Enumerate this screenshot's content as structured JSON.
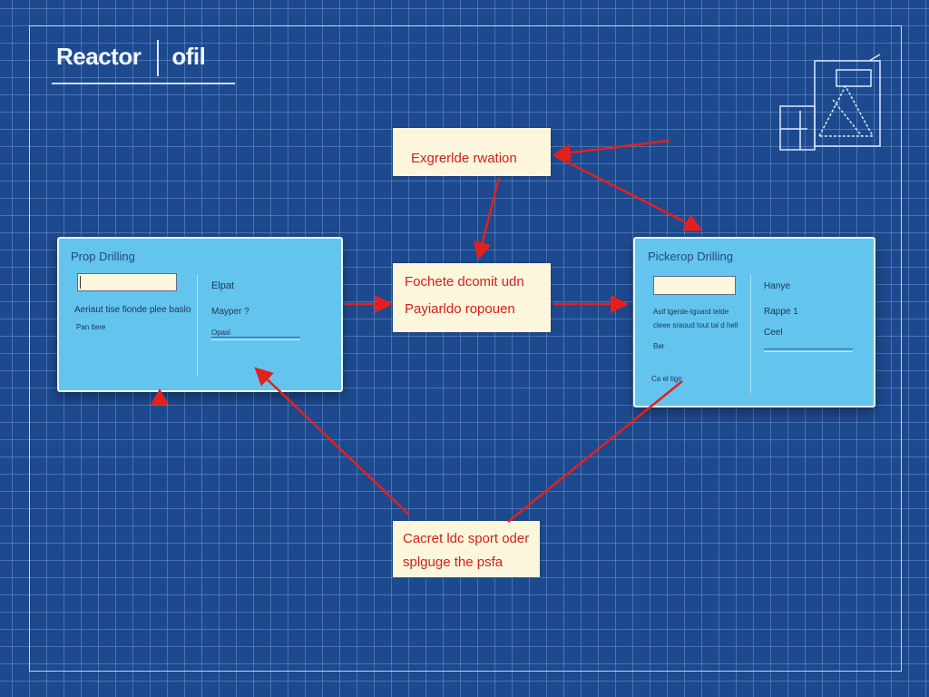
{
  "header": {
    "title_left": "Reactor",
    "title_right": "ofil"
  },
  "notes": {
    "top": {
      "line1": "Exgrerlde rwation"
    },
    "middle": {
      "line1": "Fochete dcomit udn",
      "line2": "Payiarldo ropouen"
    },
    "bottom": {
      "line1": "Cacret ldc sport oder",
      "line2": "splguge the psfa"
    }
  },
  "left_card": {
    "title": "Prop Drilling",
    "input_value": "",
    "text1": "Aeriaut tise fionde plee baslo",
    "text2": "Pan ttere",
    "right_label1": "Elpat",
    "right_label2": "Mayper ?",
    "right_field_label": "Opasl"
  },
  "right_card": {
    "title": "Pickerop Drilling",
    "input_value": "",
    "text1": "Asif tgerde-tgoard telde",
    "text2": "cleee sraoud tout tal d hell",
    "text3": "Ber",
    "text4": "Ca el tign",
    "right_label1": "Hanye",
    "right_label2": "Rappe 1",
    "right_field_label": "Ceel"
  },
  "colors": {
    "background": "#1d4a8f",
    "arrow": "#e3201d",
    "card": "#63c4ee",
    "note": "#fbf6dc"
  }
}
